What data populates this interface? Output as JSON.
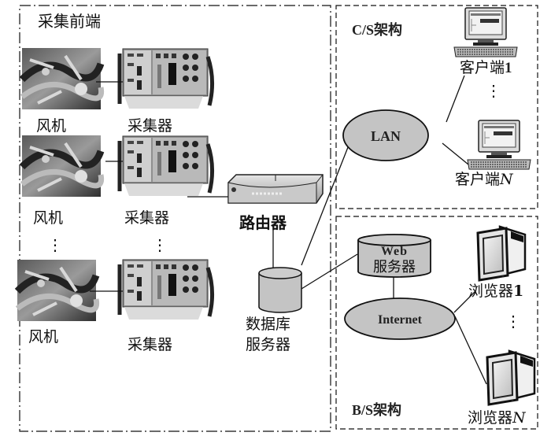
{
  "frames": {
    "front_end": {
      "title": "采集前端"
    },
    "cs": {
      "title": "C/S架构"
    },
    "bs": {
      "title": "B/S架构"
    }
  },
  "front_end": {
    "rows": [
      {
        "fan_label": "风机",
        "collector_label": "采集器"
      },
      {
        "fan_label": "风机",
        "collector_label": "采集器"
      },
      {
        "fan_label": "风机",
        "collector_label": "采集器"
      }
    ],
    "ellipsis": "⋮"
  },
  "router": {
    "label": "路由器"
  },
  "database": {
    "label_line1": "数据库",
    "label_line2": "服务器"
  },
  "cs": {
    "lan_label": "LAN",
    "client_1": {
      "label_prefix": "客户端",
      "label_suffix": "1"
    },
    "client_n": {
      "label_prefix": "客户端",
      "label_suffix": "N"
    },
    "ellipsis": "⋮"
  },
  "bs": {
    "web_server": {
      "line1": "Web",
      "line2": "服务器"
    },
    "internet_label": "Internet",
    "browser_1": {
      "label_prefix": "浏览器",
      "label_suffix": "1"
    },
    "browser_n": {
      "label_prefix": "浏览器",
      "label_suffix": "N"
    },
    "ellipsis": "⋮"
  },
  "colors": {
    "node_fill": "#c4c4c4",
    "stroke": "#111111",
    "photo_dark": "#3a3a3a"
  }
}
